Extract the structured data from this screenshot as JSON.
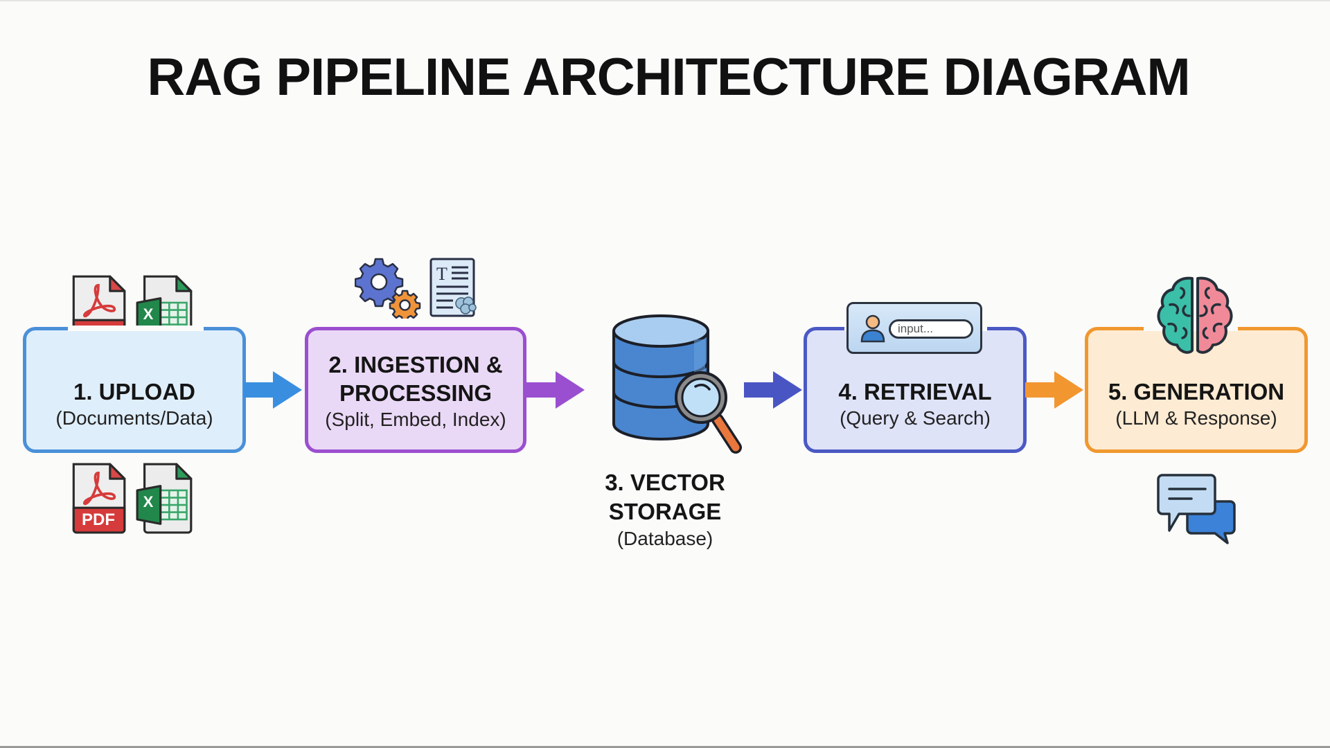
{
  "title": "RAG PIPELINE ARCHITECTURE DIAGRAM",
  "colors": {
    "upload": "#4a90d9",
    "ingestion": "#9b4fcf",
    "vector_storage": "#4a86cf",
    "retrieval": "#4b59c4",
    "generation": "#f0982f"
  },
  "stages": [
    {
      "step": "1",
      "name": "1. UPLOAD",
      "sub": "(Documents/Data)",
      "icons": [
        "pdf-file-icon",
        "excel-file-icon",
        "pdf-file-icon",
        "excel-file-icon"
      ]
    },
    {
      "step": "2",
      "name_line1": "2. INGESTION &",
      "name_line2": "PROCESSING",
      "sub": "(Split, Embed, Index)",
      "icons": [
        "gears-icon",
        "text-document-icon"
      ]
    },
    {
      "step": "3",
      "name_line1": "3. VECTOR",
      "name_line2": "STORAGE",
      "sub": "(Database)",
      "icons": [
        "database-search-icon"
      ]
    },
    {
      "step": "4",
      "name": "4. RETRIEVAL",
      "sub": "(Query & Search)",
      "icons": [
        "user-icon",
        "query-input-icon"
      ],
      "input_placeholder": "input..."
    },
    {
      "step": "5",
      "name": "5. GENERATION",
      "sub": "(LLM & Response)",
      "icons": [
        "brain-icon",
        "chat-bubbles-icon"
      ]
    }
  ],
  "flow": [
    "1→2",
    "2→3",
    "3→4",
    "4→5"
  ],
  "icon_labels": {
    "pdf": "PDF",
    "excel": "X",
    "doc_T": "T"
  }
}
